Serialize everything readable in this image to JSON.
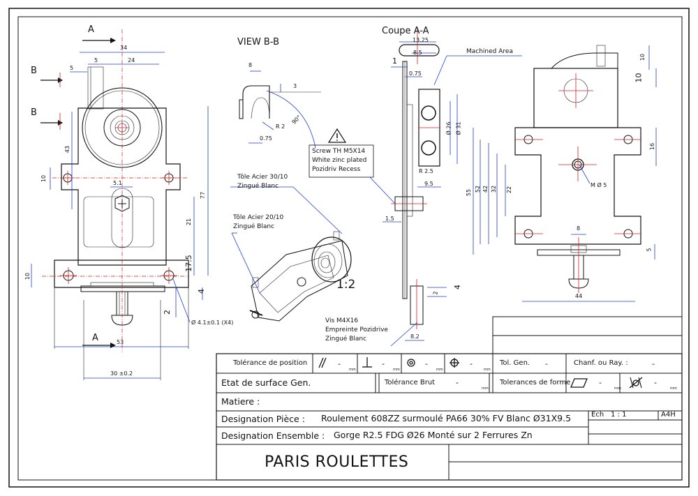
{
  "views": {
    "section_title": "Coupe A-A",
    "view_title": "VIEW B-B",
    "section_markers": {
      "a": "A",
      "b": "B"
    },
    "scale_label": "1:2"
  },
  "notes": {
    "machined_area": "Machined Area",
    "screw_line1": "Screw TH M5X14",
    "screw_line2": "White zinc plated",
    "screw_line3": "Pozidriv Recess",
    "tole30_line1": "Tôle Acier 30/10",
    "tole30_line2": "Zingué Blanc",
    "tole20_line1": "Tôle Acier 20/10",
    "tole20_line2": "Zingué Blanc",
    "vis_line1": "Vis M4X16",
    "vis_line2": "Empreinte Pozidrive",
    "vis_line3": "Zingué Blanc",
    "hole_note": "Ø 4.1±0.1 (X4)",
    "m5": "M Ø 5"
  },
  "dimensions": {
    "front": [
      "34",
      "5",
      "24",
      "5",
      "43",
      "10",
      "5.1",
      "77",
      "21",
      "17.5",
      "10",
      "2",
      "4",
      "53",
      "30 ±0.2"
    ],
    "view_b": [
      "8",
      "3",
      "R 2",
      "0.75",
      "90°"
    ],
    "section": [
      "13.25",
      "8.5",
      "1",
      "0.75",
      "Ø 26",
      "Ø 31",
      "R 2.5",
      "9.5",
      "1.5",
      "2",
      "4",
      "8.2"
    ],
    "side": [
      "10",
      "10",
      "16",
      "55",
      "52",
      "42",
      "32",
      "22",
      "8",
      "5",
      "44"
    ]
  },
  "title_block": {
    "position_tolerance_label": "Tolérance de position",
    "surface_state_label": "Etat de surface Gen.",
    "raw_tolerance_label": "Tolérance Brut",
    "gen_tol_label": "Tol. Gen.",
    "chamfer_label": "Chanf. ou Ray. :",
    "form_tol_label": "Tolerances de forme",
    "dash": "-",
    "unit": "mm",
    "material_label": "Matiere :",
    "part_label": "Designation Pièce :",
    "part_value": "Roulement 608ZZ surmoulé PA66 30% FV Blanc Ø31X9.5",
    "assembly_label": "Designation Ensemble :",
    "assembly_value": "Gorge R2.5 FDG Ø26 Monté sur 2 Ferrures Zn",
    "scale_label": "Ech",
    "scale_value": "1 : 1",
    "format": "A4H",
    "company": "PARIS ROULETTES"
  }
}
